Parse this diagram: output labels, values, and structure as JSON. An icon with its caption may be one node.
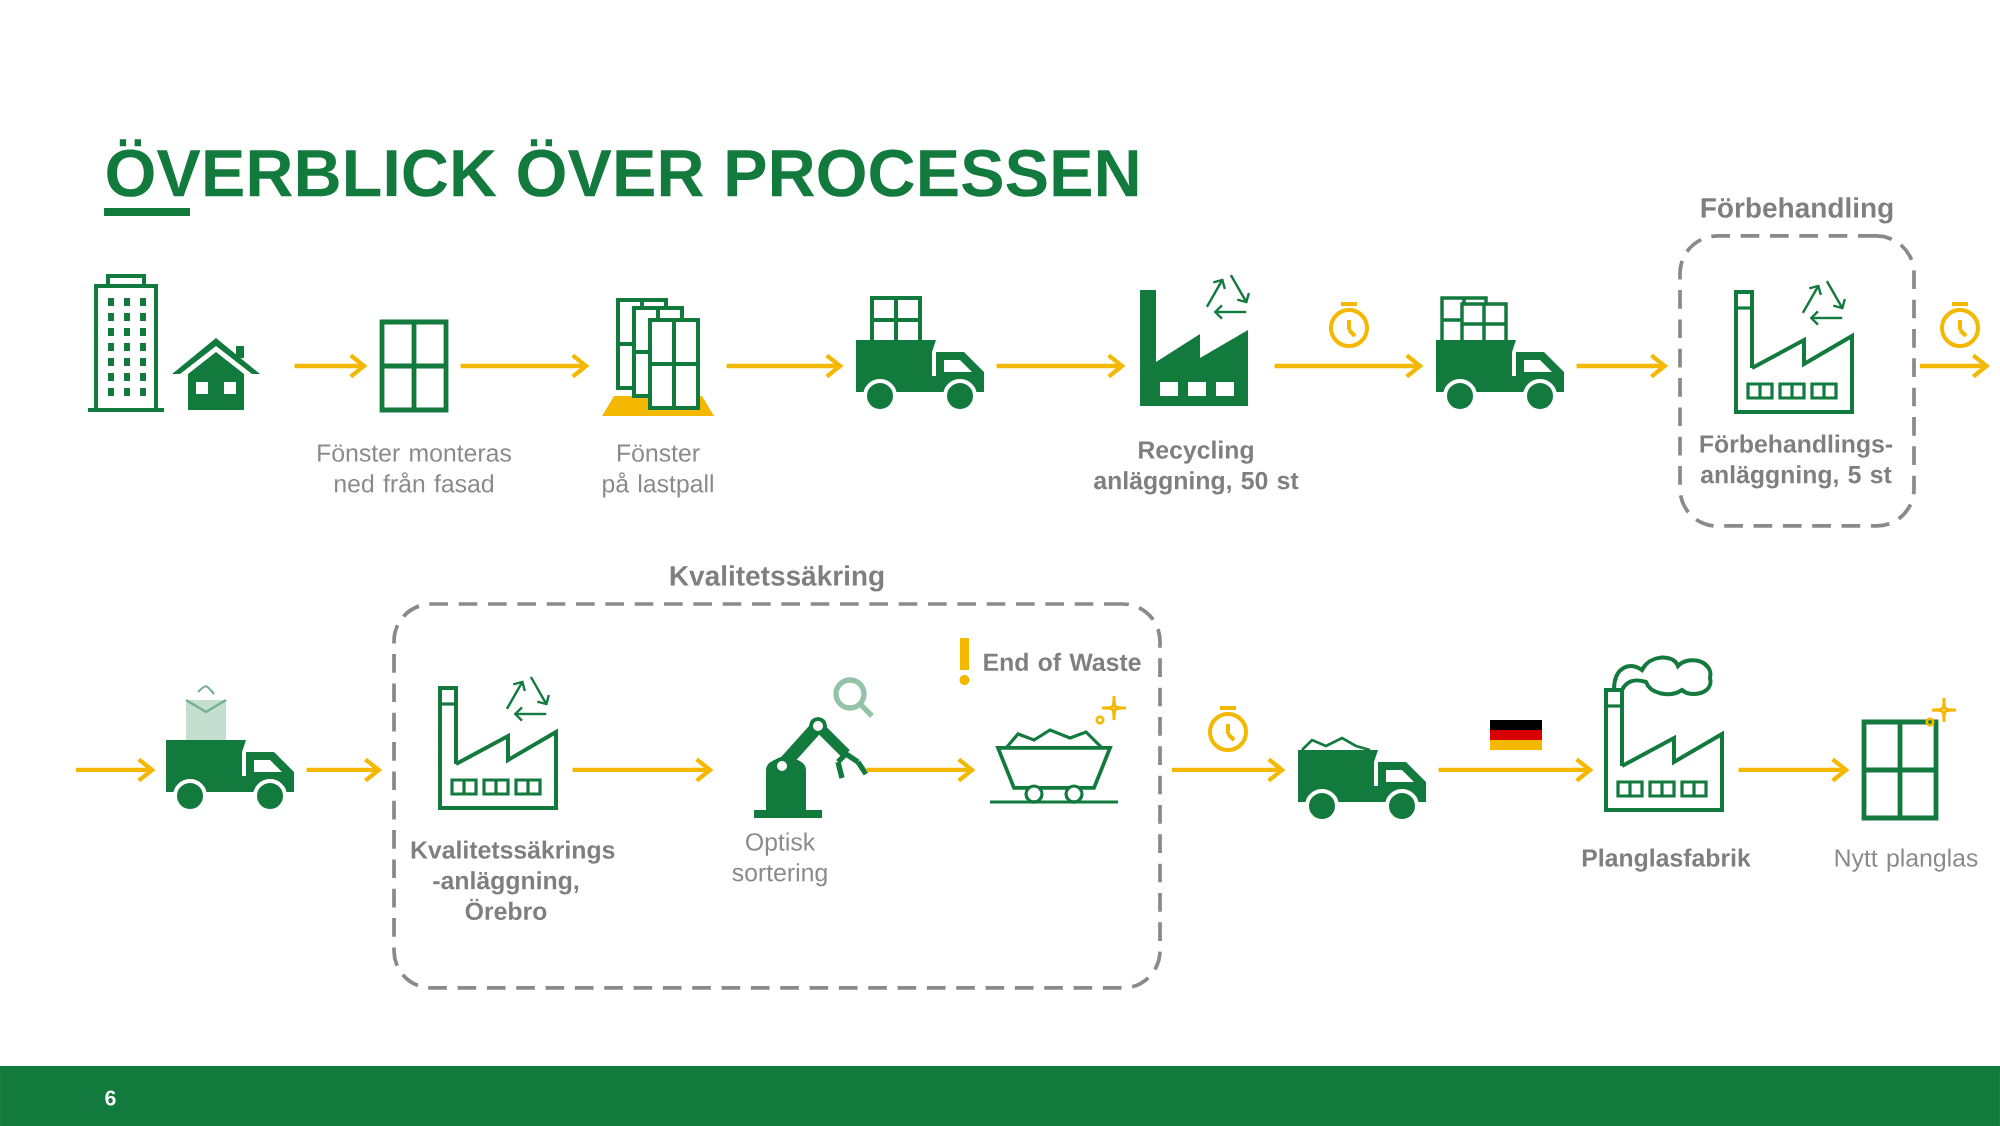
{
  "diagram": {
    "title": "ÖVERBLICK ÖVER PROCESSEN",
    "nodes": [
      {
        "text": [],
        "shape": "picture"
      },
      {
        "text": [],
        "shape": "box",
        "beside": [
          "Fönster monteras ned från fasad"
        ]
      },
      {
        "text": [],
        "shape": "picture",
        "beside": [
          "Fönster på lastpall"
        ]
      },
      {
        "text": [],
        "shape": "picture"
      },
      {
        "text": [],
        "shape": "picture",
        "beside": [
          "Recycling anläggning, 50 st"
        ]
      },
      {
        "text": [],
        "shape": "picture"
      },
      {
        "text": [
          "Förbehandling"
        ]
      },
      {
        "text": [],
        "shape": "picture",
        "in": 6,
        "beside": [
          "Förbehandlings-anläggning, 5 st"
        ]
      },
      {
        "text": [],
        "shape": "picture"
      },
      {
        "text": [
          "Kvalitetssäkring"
        ]
      },
      {
        "text": [],
        "shape": "picture",
        "in": 9,
        "beside": [
          "Kvalitetssäkrings -anläggning, Örebro"
        ]
      },
      {
        "text": [],
        "shape": "picture",
        "in": 9,
        "beside": [
          "Optisk sortering"
        ]
      },
      {
        "text": [],
        "shape": "picture",
        "in": 9,
        "beside": [
          "End of Waste"
        ]
      },
      {
        "text": [],
        "shape": "picture"
      },
      {
        "text": [],
        "shape": "picture",
        "beside": [
          "Planglasfabrik"
        ]
      },
      {
        "text": [],
        "shape": "box",
        "beside": [
          "Nytt planglas"
        ]
      }
    ],
    "edges": [
      {
        "from": 0,
        "to": 1,
        "arrow": "to"
      },
      {
        "from": 1,
        "to": 2,
        "arrow": "to"
      },
      {
        "from": 2,
        "to": 3,
        "arrow": "to"
      },
      {
        "from": 3,
        "to": 4,
        "arrow": "to"
      },
      {
        "from": 4,
        "to": 5,
        "arrow": "to"
      },
      {
        "from": 5,
        "to": 6,
        "arrow": "to"
      },
      {
        "from": 6,
        "to": null,
        "arrow": "to"
      },
      {
        "from": null,
        "to": 8,
        "arrow": "to"
      },
      {
        "from": 8,
        "to": 9,
        "arrow": "to"
      },
      {
        "from": 10,
        "to": 11,
        "arrow": "to"
      },
      {
        "from": 11,
        "to": 12,
        "arrow": "to"
      },
      {
        "from": 9,
        "to": 13,
        "arrow": "to"
      },
      {
        "from": 13,
        "to": 14,
        "arrow": "to"
      },
      {
        "from": 14,
        "to": 15,
        "arrow": "to"
      }
    ],
    "labels": [
      "6"
    ]
  }
}
